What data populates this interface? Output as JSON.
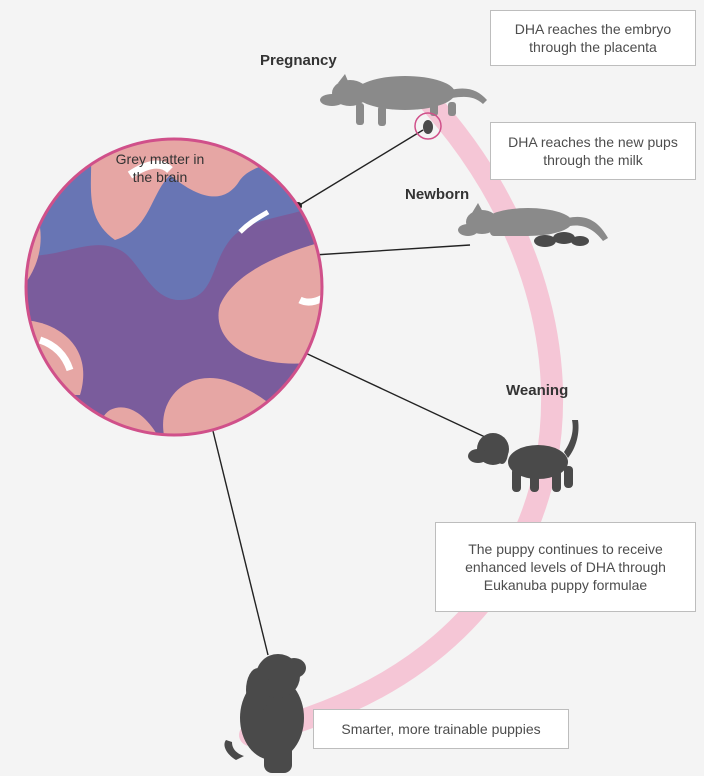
{
  "callouts": {
    "embryo": "DHA reaches the embryo through the placenta",
    "milk": "DHA reaches the new pups through the milk",
    "formula": "The puppy continues to receive enhanced levels of DHA through Eukanuba puppy formulae",
    "result": "Smarter, more trainable puppies"
  },
  "stages": {
    "pregnancy": "Pregnancy",
    "newborn": "Newborn",
    "weaning": "Weaning"
  },
  "brain_label": "Grey matter in the brain",
  "icons": {
    "pregnant_dog": "pregnant-dog-icon",
    "nursing_dog": "nursing-dog-icon",
    "weaned_puppy": "weaned-puppy-icon",
    "sitting_puppy": "sitting-puppy-icon"
  },
  "colors": {
    "background": "#f4f4f4",
    "arc": "#f5c6d6",
    "circle_ring": "#d0508a",
    "adult_dog": "#8a8a8a",
    "puppy": "#4a4a4a",
    "grey_matter": "#e6a6a4",
    "white_matter": "#7a5c9c"
  }
}
